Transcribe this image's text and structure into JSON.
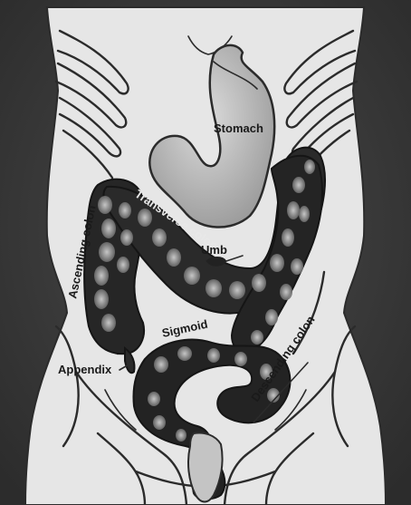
{
  "labels": {
    "stomach": "Stomach",
    "transverse_colon": "Transverse colon",
    "umb": "Umb",
    "ascending_colon": "Ascending colon",
    "sigmoid": "Sigmoid",
    "appendix": "Appendix",
    "descending_colon": "Descending colon"
  },
  "colors": {
    "background": "#3c3c3c",
    "body": "#e4e4e4",
    "colon_dark": "#262626",
    "colon_highlight": "#bdbdbd",
    "stomach": "#c9c9c9"
  }
}
